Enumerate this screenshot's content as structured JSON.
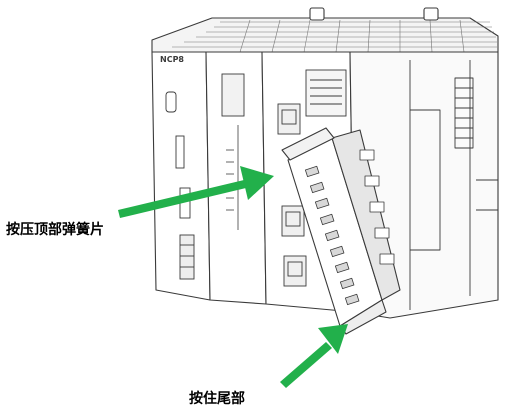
{
  "callouts": {
    "top_label": "按压顶部弹簧片",
    "bottom_label": "按住尾部"
  },
  "device": {
    "brand_mark": "NCP8"
  },
  "colors": {
    "arrow": "#22b04b",
    "outline": "#3a3a3a",
    "body": "#ffffff",
    "shade": "#d8d8d8"
  },
  "icons": {
    "arrow_shape": "arrow-icon"
  }
}
